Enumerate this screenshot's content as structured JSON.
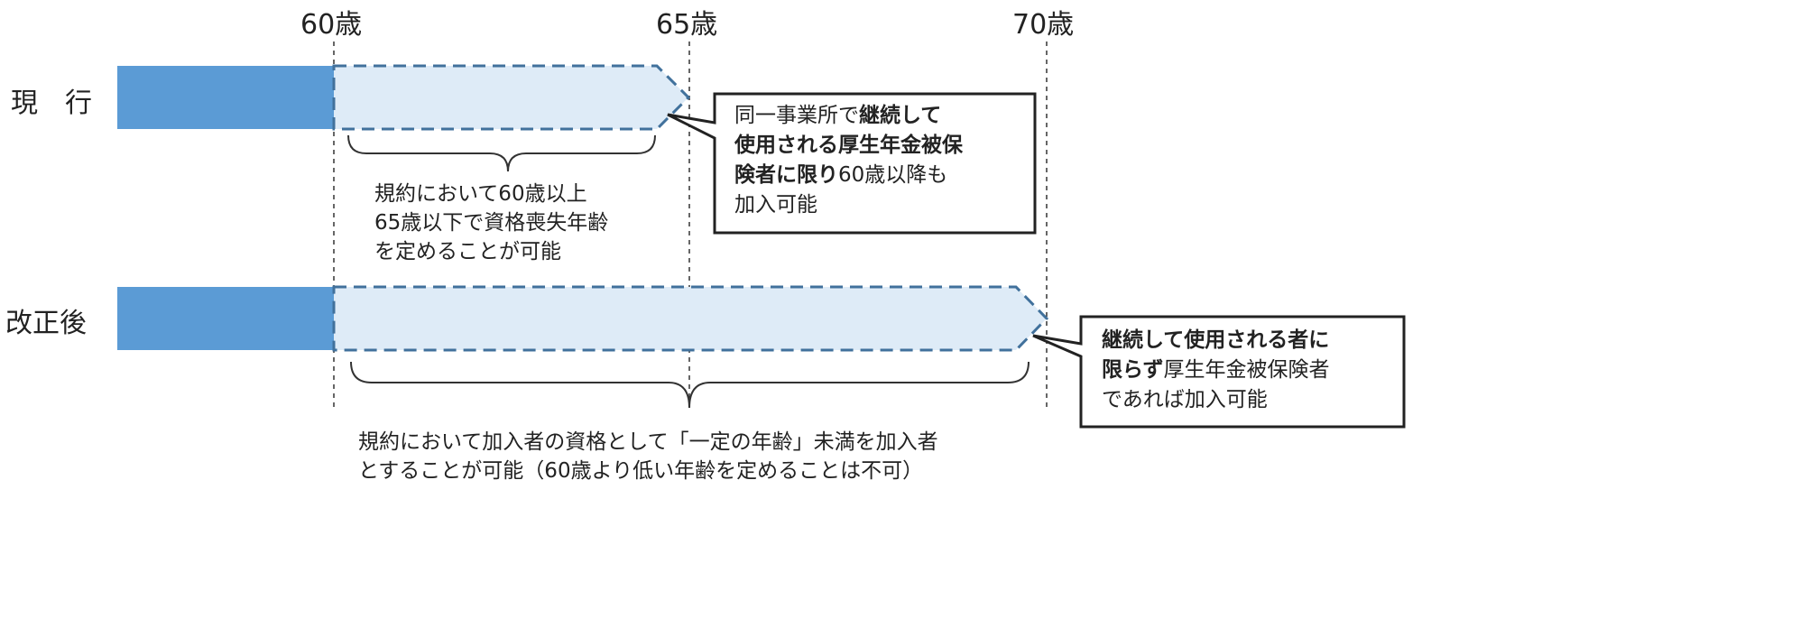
{
  "ages": [
    "60歳",
    "65歳",
    "70歳"
  ],
  "rows": {
    "current": {
      "label": "現　行"
    },
    "revised": {
      "label": "改正後"
    }
  },
  "notes": {
    "current": [
      "規約において60歳以上",
      "65歳以下で資格喪失年齢",
      "を定めることが可能"
    ],
    "revised": [
      "規約において加入者の資格として「一定の年齢」未満を加入者",
      "とすることが可能（60歳より低い年齢を定めることは不可）"
    ]
  },
  "callouts": {
    "current": {
      "lines": [
        [
          {
            "text": "同一事業所で",
            "bold": false
          },
          {
            "text": "継続して",
            "bold": true
          }
        ],
        [
          {
            "text": "使用される厚生年金被保",
            "bold": true
          }
        ],
        [
          {
            "text": "険者に限り",
            "bold": true
          },
          {
            "text": "60歳以降も",
            "bold": false
          }
        ],
        [
          {
            "text": "加入可能",
            "bold": false
          }
        ]
      ]
    },
    "revised": {
      "lines": [
        [
          {
            "text": "継続して使用される者に",
            "bold": true
          }
        ],
        [
          {
            "text": "限らず",
            "bold": true
          },
          {
            "text": "厚生年金被保険者",
            "bold": false
          }
        ],
        [
          {
            "text": "であれば加入可能",
            "bold": false
          }
        ]
      ]
    }
  },
  "colors": {
    "solid_bar": "#5b9bd5",
    "dashed_fill": "#deebf7",
    "dashed_stroke": "#41719c",
    "line": "#333333"
  }
}
